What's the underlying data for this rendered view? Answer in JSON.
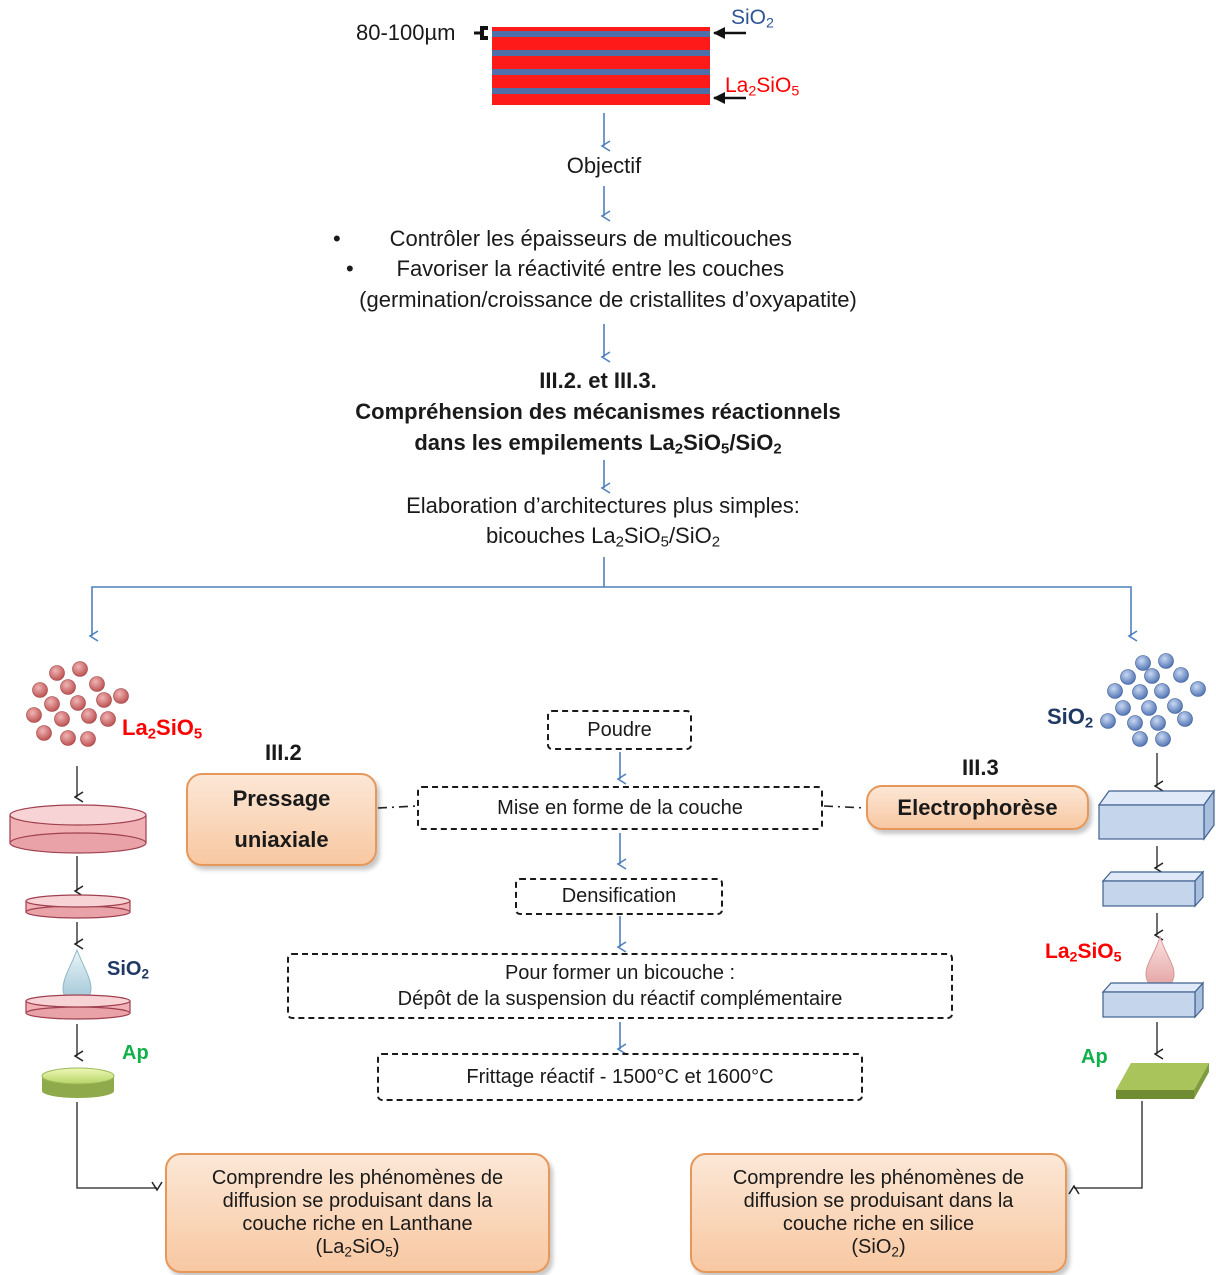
{
  "stack": {
    "thickness_label": "80-100µm",
    "top_layer": {
      "main": "SiO",
      "sub": "2"
    },
    "bottom_layer": {
      "main": "La",
      "sub1": "2",
      "mid": "SiO",
      "sub2": "5"
    }
  },
  "objectif": {
    "title": "Objectif",
    "bullet1": "Contrôler les épaisseurs de multicouches",
    "bullet2": "Favoriser la réactivité entre les couches",
    "note": "(germination/croissance de cristallites d’oxyapatite)"
  },
  "sections": {
    "line1": "III.2.  et  III.3.",
    "line2": "Compréhension des mécanismes réactionnels",
    "line3_prefix": "dans les empilements La",
    "line3_s1": "2",
    "line3_mid": "SiO",
    "line3_s2": "5",
    "line3_slash": "/SiO",
    "line3_s3": "2"
  },
  "elaboration": {
    "line1": "Elaboration d’architectures plus simples:",
    "line2_prefix": "bicouches La",
    "s1": "2",
    "mid": "SiO",
    "s2": "5",
    "slash": "/SiO",
    "s3": "2"
  },
  "left": {
    "powder_label": {
      "main": "La",
      "s1": "2",
      "mid": "SiO",
      "s2": "5"
    },
    "section": "III.2",
    "method_line1": "Pressage",
    "method_line2": "uniaxiale",
    "drop_label": {
      "main": "SiO",
      "s": "2"
    },
    "result_label": "Ap",
    "conclusion_line1": "Comprendre les phénomènes de",
    "conclusion_line2": "diffusion se produisant dans la",
    "conclusion_line3": "couche riche en Lanthane",
    "conclusion_line4": {
      "open": "(La",
      "s1": "2",
      "mid": "SiO",
      "s2": "5",
      "close": ")"
    }
  },
  "right": {
    "powder_label": {
      "main": "SiO",
      "s": "2"
    },
    "section": "III.3",
    "method": "Electrophorèse",
    "drop_label": {
      "main": "La",
      "s1": "2",
      "mid": "SiO",
      "s2": "5"
    },
    "result_label": "Ap",
    "conclusion_line1": "Comprendre les phénomènes de",
    "conclusion_line2": "diffusion se produisant dans la",
    "conclusion_line3": "couche riche en silice",
    "conclusion_line4": {
      "open": "(SiO",
      "s": "2",
      "close": ")"
    }
  },
  "process": {
    "step1": "Poudre",
    "step2": "Mise en forme de la couche",
    "step3": "Densification",
    "step4_line1": "Pour former un bicouche :",
    "step4_line2": "Dépôt de la suspension du réactif complémentaire",
    "step5": "Frittage réactif - 1500°C et 1600°C"
  },
  "colors": {
    "arrow_blue": "#4f81bd",
    "layer_red": "#ff1a1a",
    "layer_blue": "#4f6fa8",
    "la2sio5_red": "#ff0000",
    "sio2_navy": "#1f3864",
    "ap_green": "#12b04a",
    "orange_border": "#e6975a"
  }
}
